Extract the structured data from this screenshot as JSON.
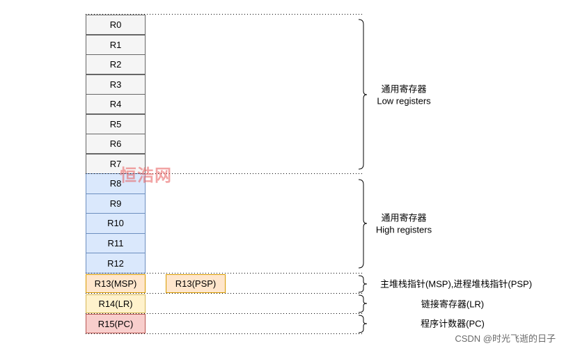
{
  "registers": {
    "low": [
      "R0",
      "R1",
      "R2",
      "R3",
      "R4",
      "R5",
      "R6",
      "R7"
    ],
    "high": [
      "R8",
      "R9",
      "R10",
      "R11",
      "R12"
    ],
    "r13_msp": "R13(MSP)",
    "r13_psp": "R13(PSP)",
    "r14": "R14(LR)",
    "r15": "R15(PC)"
  },
  "annotations": {
    "low": {
      "zh": "通用寄存器",
      "en": "Low registers"
    },
    "high": {
      "zh": "通用寄存器",
      "en": "High registers"
    },
    "sp": "主堆栈指针(MSP),进程堆栈指针(PSP)",
    "lr": "链接寄存器(LR)",
    "pc": "程序计数器(PC)"
  },
  "watermark": "恒浩网",
  "credit": "CSDN @时光飞逝的日子",
  "colors": {
    "low_fill": "#f5f5f5",
    "low_stroke": "#666666",
    "high_fill": "#dae8fc",
    "high_stroke": "#6c8ebf",
    "sp_fill": "#ffe6cc",
    "sp_stroke": "#d79b00",
    "lr_fill": "#fff2cc",
    "lr_stroke": "#d6b656",
    "pc_fill": "#f8cecc",
    "pc_stroke": "#b85450"
  }
}
